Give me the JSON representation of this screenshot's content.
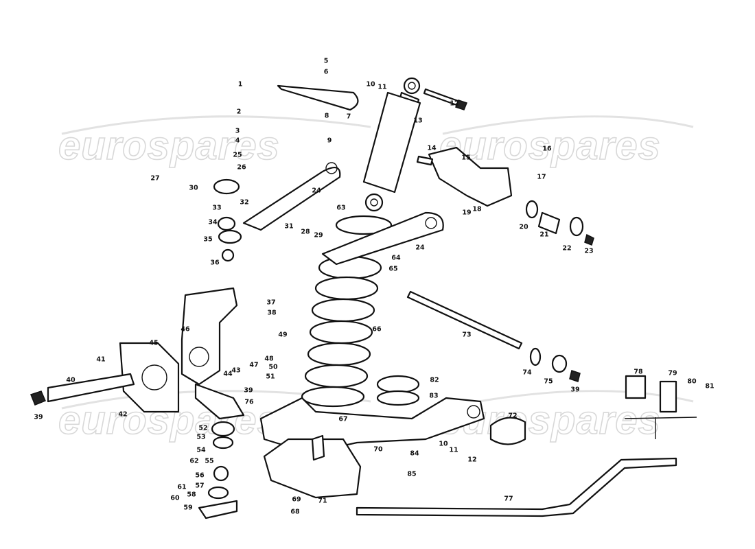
{
  "watermark": {
    "text": "eurospares",
    "color": "#d8d8d8"
  },
  "labels": [
    "1",
    "2",
    "3",
    "4",
    "25",
    "26",
    "27",
    "30",
    "32",
    "33",
    "34",
    "35",
    "36",
    "5",
    "6",
    "7",
    "8",
    "9",
    "24",
    "31",
    "28",
    "29",
    "10",
    "11",
    "12",
    "13",
    "14",
    "15",
    "16",
    "17",
    "19",
    "18",
    "20",
    "21",
    "22",
    "23",
    "63",
    "24",
    "64",
    "65",
    "66",
    "73",
    "74",
    "75",
    "39",
    "37",
    "38",
    "46",
    "49",
    "47",
    "48",
    "50",
    "51",
    "43",
    "44",
    "39",
    "76",
    "45",
    "41",
    "40",
    "39",
    "42",
    "82",
    "83",
    "67",
    "78",
    "79",
    "80",
    "81",
    "72",
    "70",
    "52",
    "53",
    "54",
    "55",
    "62",
    "61",
    "56",
    "57",
    "58",
    "59",
    "60",
    "10",
    "11",
    "12",
    "84",
    "85",
    "71",
    "69",
    "68",
    "77"
  ]
}
